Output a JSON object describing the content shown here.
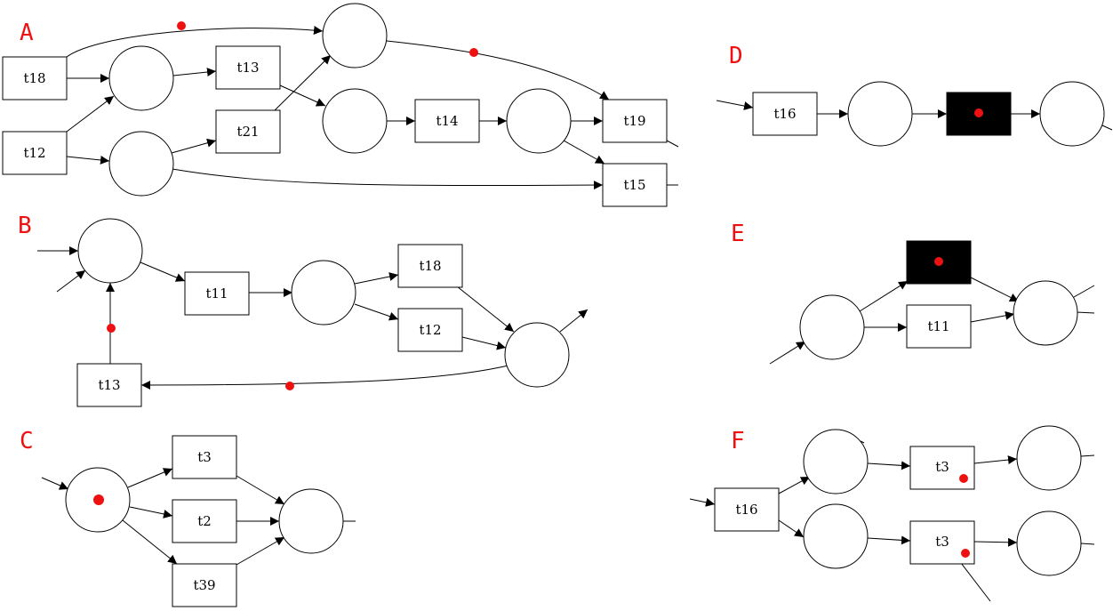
{
  "colors": {
    "token": "#ee1111",
    "panel_label": "#ee1111",
    "stroke": "#000000",
    "background": "#ffffff"
  },
  "panels": {
    "A": {
      "label": "A",
      "transitions": {
        "t18": "t18",
        "t12": "t12",
        "t13": "t13",
        "t21": "t21",
        "t14": "t14",
        "t19": "t19",
        "t15": "t15"
      }
    },
    "B": {
      "label": "B",
      "transitions": {
        "t11": "t11",
        "t18": "t18",
        "t12": "t12",
        "t13": "t13"
      }
    },
    "C": {
      "label": "C",
      "transitions": {
        "t3": "t3",
        "t2": "t2",
        "t39": "t39"
      }
    },
    "D": {
      "label": "D",
      "transitions": {
        "t16": "t16"
      }
    },
    "E": {
      "label": "E",
      "transitions": {
        "t11": "t11"
      }
    },
    "F": {
      "label": "F",
      "transitions": {
        "t16": "t16",
        "t3_top": "t3",
        "t3_bottom": "t3"
      }
    }
  }
}
